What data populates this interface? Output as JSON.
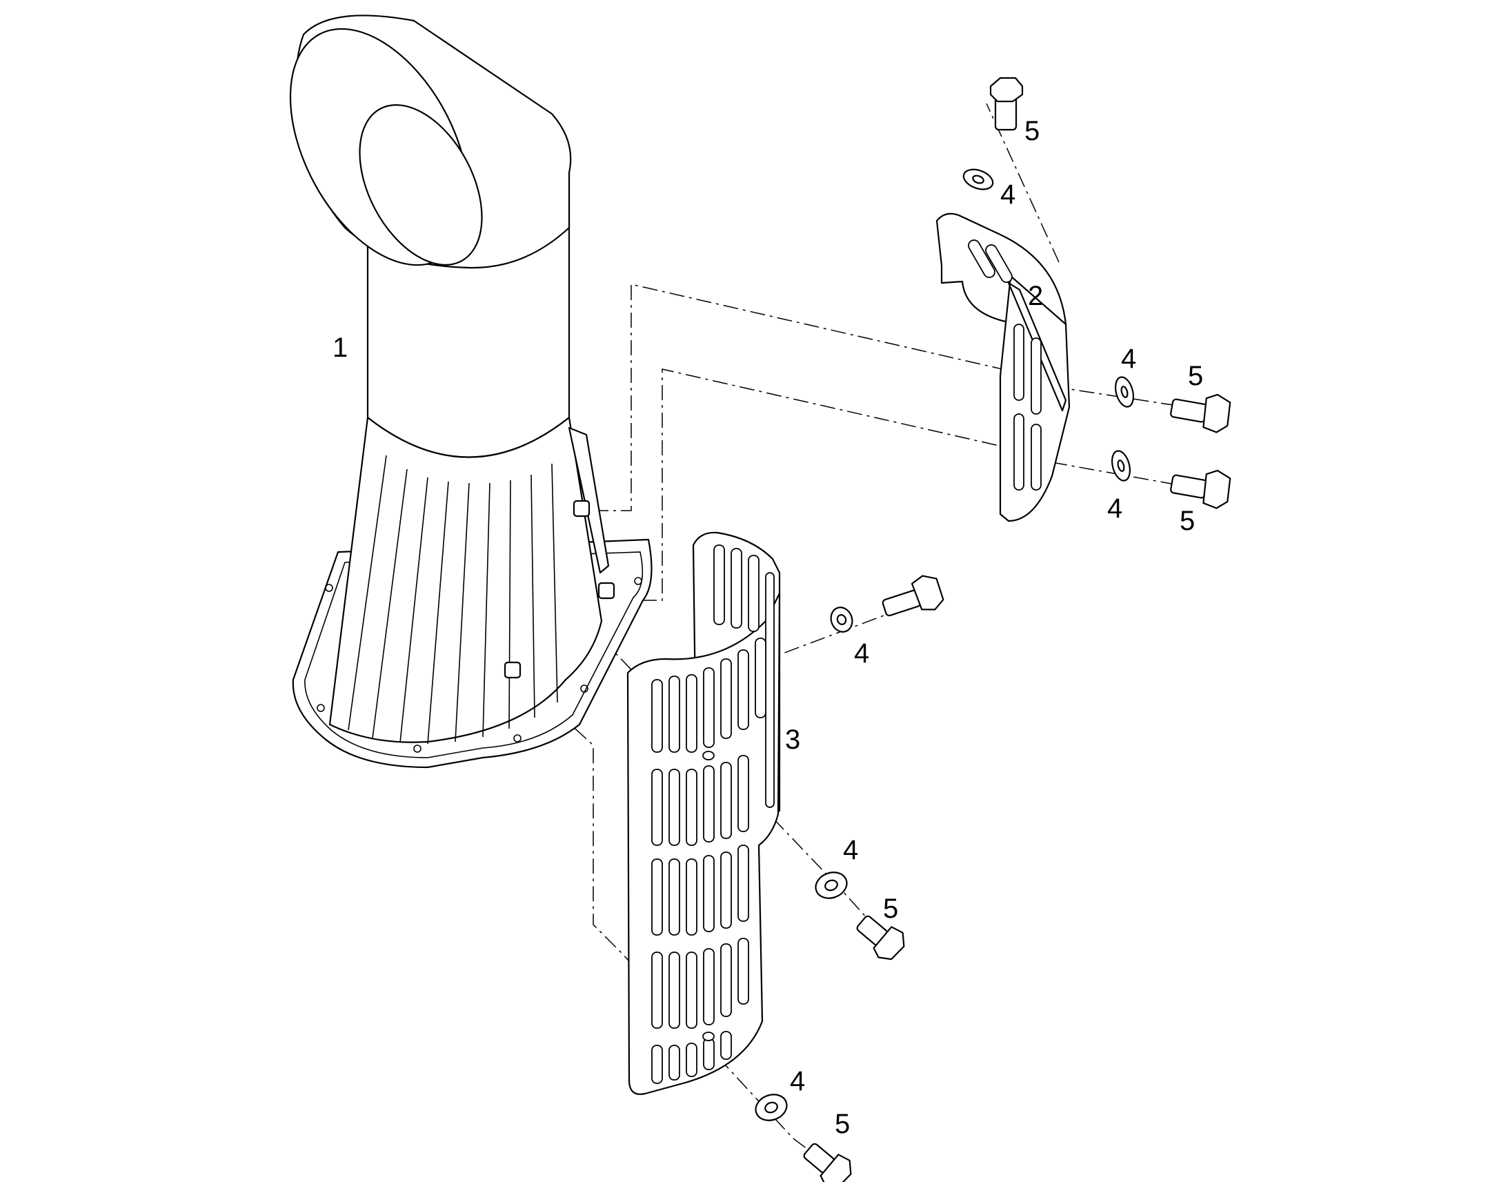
{
  "callouts": {
    "part_1": "1",
    "part_2": "2",
    "part_3": "3",
    "washer_a": "4",
    "washer_b": "4",
    "washer_c": "4",
    "washer_d": "4",
    "washer_e": "4",
    "washer_f": "4",
    "bolt_a": "5",
    "bolt_b": "5",
    "bolt_c": "5",
    "bolt_d": "5",
    "bolt_e": "5"
  }
}
